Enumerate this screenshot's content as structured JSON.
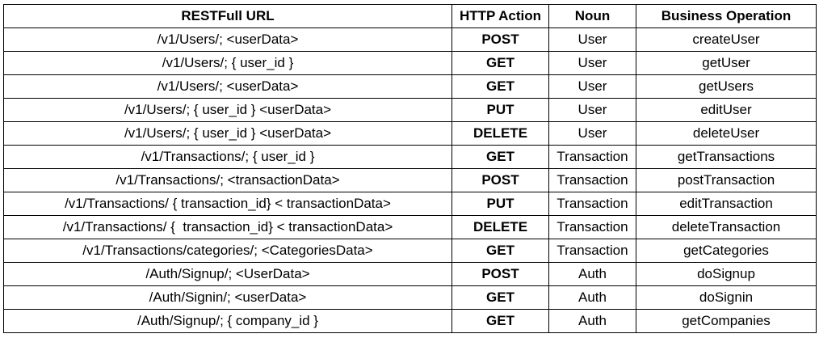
{
  "headers": {
    "url": "RESTFull URL",
    "method": "HTTP Action",
    "noun": "Noun",
    "operation": "Business Operation"
  },
  "rows": [
    {
      "url": "/v1/Users/; <userData>",
      "method": "POST",
      "noun": "User",
      "operation": "createUser"
    },
    {
      "url": "/v1/Users/; { user_id }",
      "method": "GET",
      "noun": "User",
      "operation": "getUser"
    },
    {
      "url": "/v1/Users/; <userData>",
      "method": "GET",
      "noun": "User",
      "operation": "getUsers"
    },
    {
      "url": "/v1/Users/; { user_id } <userData>",
      "method": "PUT",
      "noun": "User",
      "operation": "editUser"
    },
    {
      "url": "/v1/Users/; { user_id } <userData>",
      "method": "DELETE",
      "noun": "User",
      "operation": "deleteUser"
    },
    {
      "url": "/v1/Transactions/; { user_id }",
      "method": "GET",
      "noun": "Transaction",
      "operation": "getTransactions"
    },
    {
      "url": "/v1/Transactions/; <transactionData>",
      "method": "POST",
      "noun": "Transaction",
      "operation": "postTransaction"
    },
    {
      "url": "/v1/Transactions/ { transaction_id} < transactionData>",
      "method": "PUT",
      "noun": "Transaction",
      "operation": "editTransaction"
    },
    {
      "url": "/v1/Transactions/ {  transaction_id} < transactionData>",
      "method": "DELETE",
      "noun": "Transaction",
      "operation": "deleteTransaction"
    },
    {
      "url": "/v1/Transactions/categories/; <CategoriesData>",
      "method": "GET",
      "noun": "Transaction",
      "operation": "getCategories"
    },
    {
      "url": "/Auth/Signup/; <UserData>",
      "method": "POST",
      "noun": "Auth",
      "operation": "doSignup"
    },
    {
      "url": "/Auth/Signin/; <userData>",
      "method": "GET",
      "noun": "Auth",
      "operation": "doSignin"
    },
    {
      "url": "/Auth/Signup/; { company_id }",
      "method": "GET",
      "noun": "Auth",
      "operation": "getCompanies"
    }
  ]
}
